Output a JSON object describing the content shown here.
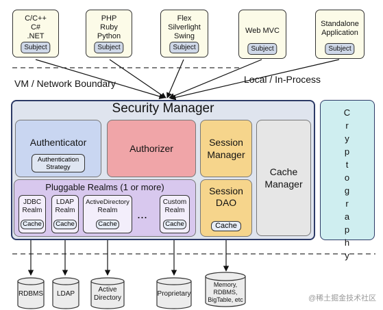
{
  "clients": [
    {
      "lines": [
        "C/C++",
        "C#",
        ".NET"
      ],
      "subject": "Subject"
    },
    {
      "lines": [
        "PHP",
        "Ruby",
        "Python"
      ],
      "subject": "Subject"
    },
    {
      "lines": [
        "Flex",
        "Silverlight",
        "Swing"
      ],
      "subject": "Subject"
    },
    {
      "lines": [
        "Web MVC"
      ],
      "subject": "Subject"
    },
    {
      "lines": [
        "Standalone",
        "Application"
      ],
      "subject": "Subject"
    }
  ],
  "boundary_labels": {
    "vm_network": "VM / Network Boundary",
    "local": "Local / In-Process"
  },
  "security_manager": {
    "title": "Security Manager",
    "authenticator": {
      "title": "Authenticator",
      "strategy": [
        "Authentication",
        "Strategy"
      ]
    },
    "authorizer": {
      "title": "Authorizer"
    },
    "session_manager": {
      "title": [
        "Session",
        "Manager"
      ]
    },
    "cache_manager": {
      "title": [
        "Cache",
        "Manager"
      ]
    },
    "session_dao": {
      "title": [
        "Session",
        "DAO"
      ],
      "cache": "Cache"
    },
    "pluggable_realms": {
      "title": "Pluggable Realms (1 or more)",
      "realms": [
        {
          "lines": [
            "JDBC",
            "Realm"
          ],
          "cache": "Cache"
        },
        {
          "lines": [
            "LDAP",
            "Realm"
          ],
          "cache": "Cache"
        },
        {
          "lines": [
            "ActiveDirectory",
            "Realm"
          ],
          "cache": "Cache"
        },
        {
          "lines": [
            "Custom",
            "Realm"
          ],
          "cache": "Cache"
        }
      ],
      "ellipsis": "..."
    }
  },
  "cryptography": {
    "title": "Cryptography"
  },
  "data_stores": [
    {
      "lines": [
        "RDBMS"
      ]
    },
    {
      "lines": [
        "LDAP"
      ]
    },
    {
      "lines": [
        "Active",
        "Directory"
      ]
    },
    {
      "lines": [
        "Proprietary"
      ]
    },
    {
      "lines": [
        "Memory,",
        "RDBMS,",
        "BigTable, etc"
      ]
    }
  ],
  "watermark": "@稀土掘金技术社区",
  "colors": {
    "security_manager_border": "#2c3a66",
    "authenticator": "#c9d6f1",
    "authorizer": "#f0a5a8",
    "session": "#f6d58c",
    "cache_manager": "#e6e6e6",
    "pluggable_realms": "#d8c8ee",
    "cryptography": "#cfeef0",
    "client": "#fcfbe8"
  }
}
